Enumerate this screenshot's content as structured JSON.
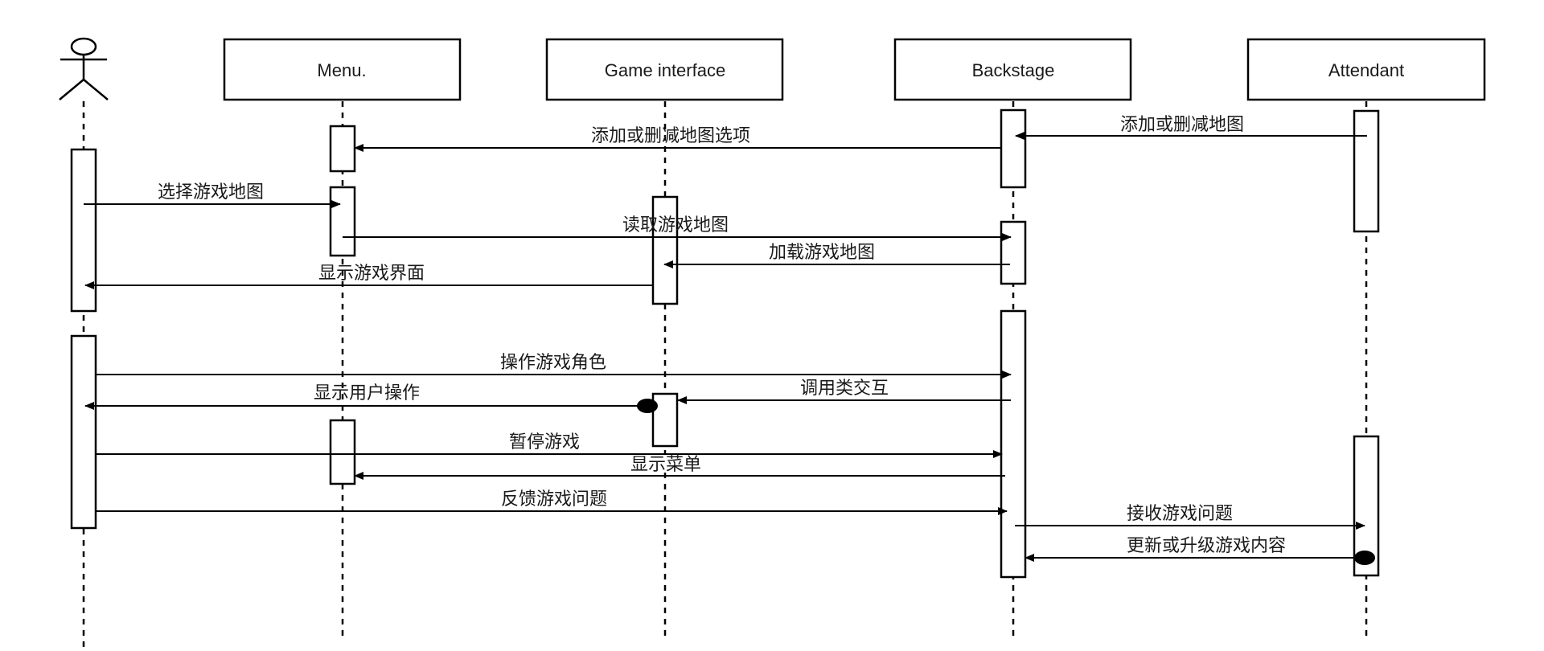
{
  "diagram": {
    "type": "sequence",
    "colors": {
      "stroke": "#000000",
      "text": "#1a1a1a",
      "background": "#ffffff"
    },
    "participants": [
      {
        "id": "user",
        "label": "",
        "kind": "actor",
        "icon": "stick-figure-actor-icon"
      },
      {
        "id": "menu",
        "label": "Menu.",
        "kind": "object"
      },
      {
        "id": "game",
        "label": "Game interface",
        "kind": "object"
      },
      {
        "id": "backstage",
        "label": "Backstage",
        "kind": "object"
      },
      {
        "id": "attendant",
        "label": "Attendant",
        "kind": "object"
      }
    ],
    "messages": [
      {
        "label": "添加或删减地图",
        "from": "attendant",
        "to": "backstage",
        "end": "arrow"
      },
      {
        "label": "添加或删减地图选项",
        "from": "backstage",
        "to": "menu",
        "end": "arrow"
      },
      {
        "label": "选择游戏地图",
        "from": "user",
        "to": "menu",
        "end": "arrow"
      },
      {
        "label": "读取游戏地图",
        "from": "menu",
        "to": "backstage",
        "end": "arrow"
      },
      {
        "label": "加载游戏地图",
        "from": "backstage",
        "to": "game",
        "end": "arrow"
      },
      {
        "label": "显示游戏界面",
        "from": "game",
        "to": "user",
        "end": "arrow"
      },
      {
        "label": "操作游戏角色",
        "from": "user",
        "to": "backstage",
        "end": "arrow"
      },
      {
        "label": "调用类交互",
        "from": "backstage",
        "to": "game",
        "end": "arrow"
      },
      {
        "label": "显示用户操作",
        "from": "game",
        "to": "user",
        "end": "arrow",
        "start": "dot"
      },
      {
        "label": "暂停游戏",
        "from": "user",
        "to": "backstage",
        "end": "arrow"
      },
      {
        "label": "显示菜单",
        "from": "backstage",
        "to": "menu",
        "end": "arrow"
      },
      {
        "label": "反馈游戏问题",
        "from": "user",
        "to": "backstage",
        "end": "arrow"
      },
      {
        "label": "接收游戏问题",
        "from": "backstage",
        "to": "attendant",
        "end": "arrow"
      },
      {
        "label": "更新或升级游戏内容",
        "from": "attendant",
        "to": "backstage",
        "end": "arrow",
        "start": "dot"
      }
    ]
  }
}
